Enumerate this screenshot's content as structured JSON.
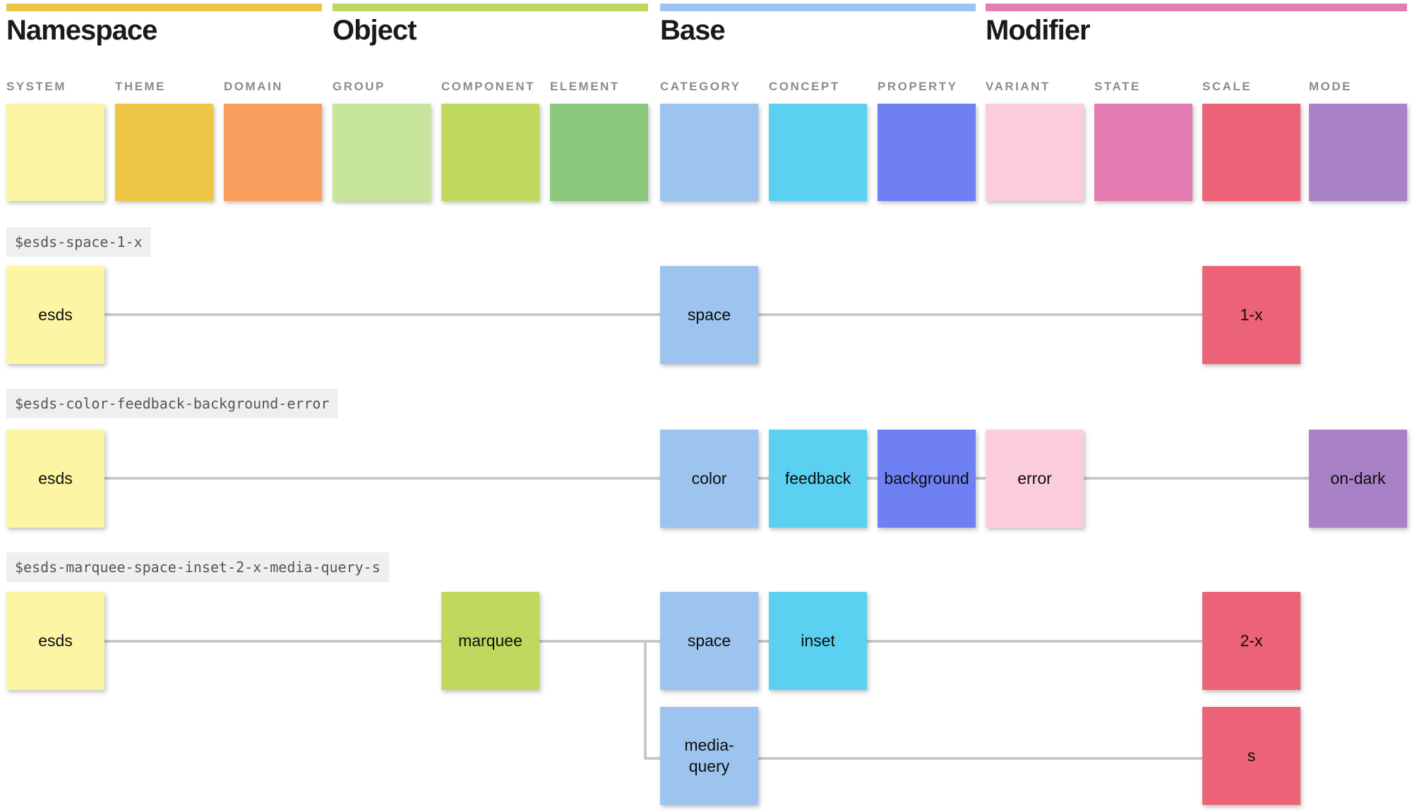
{
  "palette": {
    "system": "#FBF5A4",
    "theme": "#EDC645",
    "domain": "#F99E5C",
    "group": "#C7E59B",
    "component": "#BFD95F",
    "element": "#8CC87E",
    "category": "#9CC4EE",
    "concept": "#5BD1F2",
    "property": "#6E80F2",
    "variant": "#FBCDDE",
    "state": "#E37DB2",
    "scale": "#EC6377",
    "mode": "#A981C6",
    "line": "#C9C9C9",
    "chip_bg": "#EFEFEF"
  },
  "header": {
    "groups": [
      {
        "name": "Namespace",
        "bar_color_key": "theme",
        "columns": [
          {
            "label": "SYSTEM",
            "key": "system"
          },
          {
            "label": "THEME",
            "key": "theme"
          },
          {
            "label": "DOMAIN",
            "key": "domain"
          }
        ]
      },
      {
        "name": "Object",
        "bar_color_key": "component",
        "columns": [
          {
            "label": "GROUP",
            "key": "group"
          },
          {
            "label": "COMPONENT",
            "key": "component"
          },
          {
            "label": "ELEMENT",
            "key": "element"
          }
        ]
      },
      {
        "name": "Base",
        "bar_color_key": "category",
        "columns": [
          {
            "label": "CATEGORY",
            "key": "category"
          },
          {
            "label": "CONCEPT",
            "key": "concept"
          },
          {
            "label": "PROPERTY",
            "key": "property"
          }
        ]
      },
      {
        "name": "Modifier",
        "bar_color_key": "state",
        "columns": [
          {
            "label": "VARIANT",
            "key": "variant"
          },
          {
            "label": "STATE",
            "key": "state"
          },
          {
            "label": "SCALE",
            "key": "scale"
          },
          {
            "label": "MODE",
            "key": "mode"
          }
        ]
      }
    ]
  },
  "examples": [
    {
      "token": "$esds-space-1-x",
      "nodes": {
        "esds": "esds",
        "space": "space",
        "scale": "1-x"
      }
    },
    {
      "token": "$esds-color-feedback-background-error",
      "nodes": {
        "esds": "esds",
        "category": "color",
        "concept": "feedback",
        "property": "background",
        "variant": "error",
        "mode": "on-dark"
      }
    },
    {
      "token": "$esds-marquee-space-inset-2-x-media-query-s",
      "nodes": {
        "esds": "esds",
        "component": "marquee",
        "category": "space",
        "concept": "inset",
        "scale": "2-x",
        "category2": "media-query",
        "scale2": "s"
      }
    }
  ]
}
